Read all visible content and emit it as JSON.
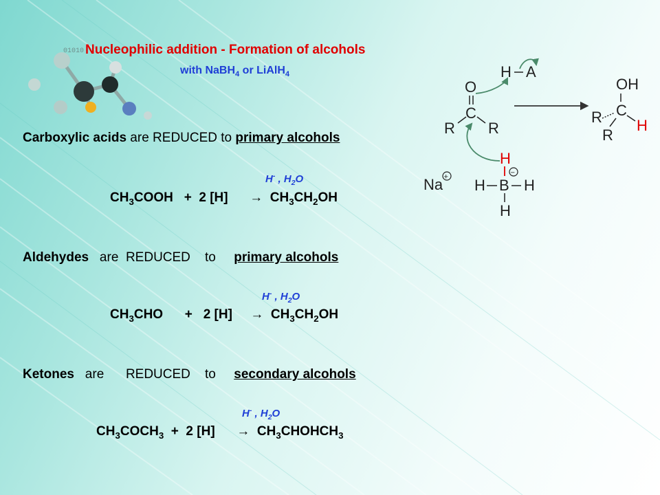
{
  "title": "Nucleophilic addition -  Formation of alcohols",
  "subtitle": {
    "prefix": "with  NaBH",
    "sub1": "4",
    "middle": "   or   LiAlH",
    "sub2": "4"
  },
  "decor": {
    "binary_text": "01010"
  },
  "blocks": [
    {
      "subject": "Carboxylic acids",
      "verb": " are REDUCED  to  ",
      "product": "primary alcohols",
      "condition": {
        "h": "H",
        "h_sup": "-",
        "rest": " , H",
        "h2o_sub": "2",
        "o": "O"
      },
      "equation": {
        "reactant": "CH",
        "r_sub": "3",
        "r_rest": "COOH",
        "plus": "   +  2 [H]      ",
        "arrow": "→",
        "product": "  CH",
        "p_sub1": "3",
        "p_mid": "CH",
        "p_sub2": "2",
        "p_end": "OH"
      }
    },
    {
      "subject": "Aldehydes",
      "verb": "   are  REDUCED    to     ",
      "product": "primary alcohols",
      "condition": {
        "h": "H",
        "h_sup": "-",
        "rest": " , H",
        "h2o_sub": "2",
        "o": "O"
      },
      "equation": {
        "reactant": "CH",
        "r_sub": "3",
        "r_rest": "CHO",
        "plus": "      +   2 [H]     ",
        "arrow": "→",
        "product": "  CH",
        "p_sub1": "3",
        "p_mid": "CH",
        "p_sub2": "2",
        "p_end": "OH"
      }
    },
    {
      "subject": "Ketones",
      "verb": "   are      REDUCED    to     ",
      "product": "secondary alcohols",
      "condition": {
        "h": "H",
        "h_sup": "-",
        "rest": " , H",
        "h2o_sub": "2",
        "o": "O"
      },
      "equation": {
        "reactant": "CH",
        "r_sub": "3",
        "r_rest": "COCH",
        "r_sub2": "3",
        "plus": "  +  2 [H]      ",
        "arrow": "→",
        "product": "  CH",
        "p_sub1": "3",
        "p_end": "CHOHCH",
        "p_sub3": "3"
      }
    }
  ],
  "mechanism": {
    "acid_h": "H",
    "acid_a": "A",
    "carbonyl_o": "O",
    "carbonyl_c": "C",
    "r1": "R",
    "r2": "R",
    "na": "Na",
    "plus_sign": "+",
    "minus_sign": "−",
    "b": "B",
    "bh_top": "H",
    "bh_left": "H",
    "bh_right": "H",
    "bh_bottom": "H",
    "prod_oh": "OH",
    "prod_c": "C",
    "prod_r1": "R",
    "prod_r2": "R",
    "prod_h": "H"
  },
  "colors": {
    "title": "#e00000",
    "subtitle": "#1f3fd6",
    "hydride": "#e00000",
    "arrow": "#4a8a6a"
  }
}
